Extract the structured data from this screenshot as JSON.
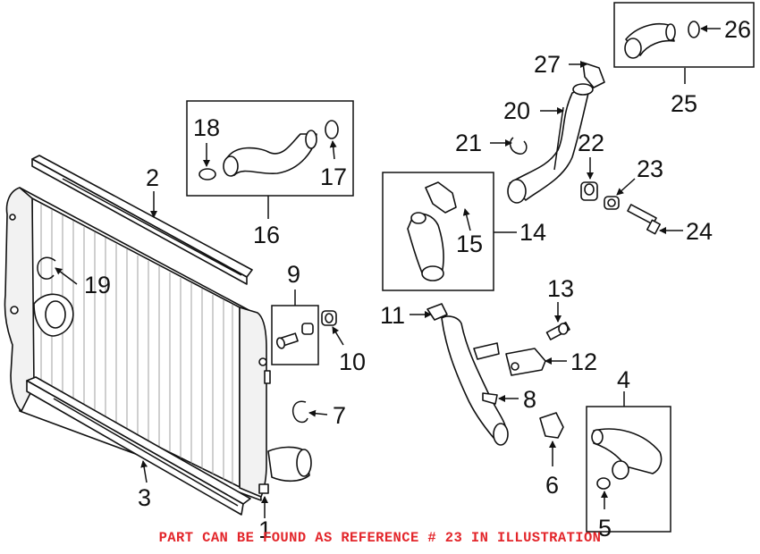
{
  "callouts": {
    "c1": "1",
    "c2": "2",
    "c3": "3",
    "c4": "4",
    "c5": "5",
    "c6": "6",
    "c7": "7",
    "c8": "8",
    "c9": "9",
    "c10": "10",
    "c11": "11",
    "c12": "12",
    "c13": "13",
    "c14": "14",
    "c15": "15",
    "c16": "16",
    "c17": "17",
    "c18": "18",
    "c19": "19",
    "c20": "20",
    "c21": "21",
    "c22": "22",
    "c23": "23",
    "c24": "24",
    "c25": "25",
    "c26": "26",
    "c27": "27"
  },
  "footer": {
    "note": "PART CAN BE FOUND AS REFERENCE # 23 IN ILLUSTRATION"
  },
  "colors": {
    "note_text": "#e3262b",
    "line_art": "#111111",
    "background": "#ffffff"
  }
}
